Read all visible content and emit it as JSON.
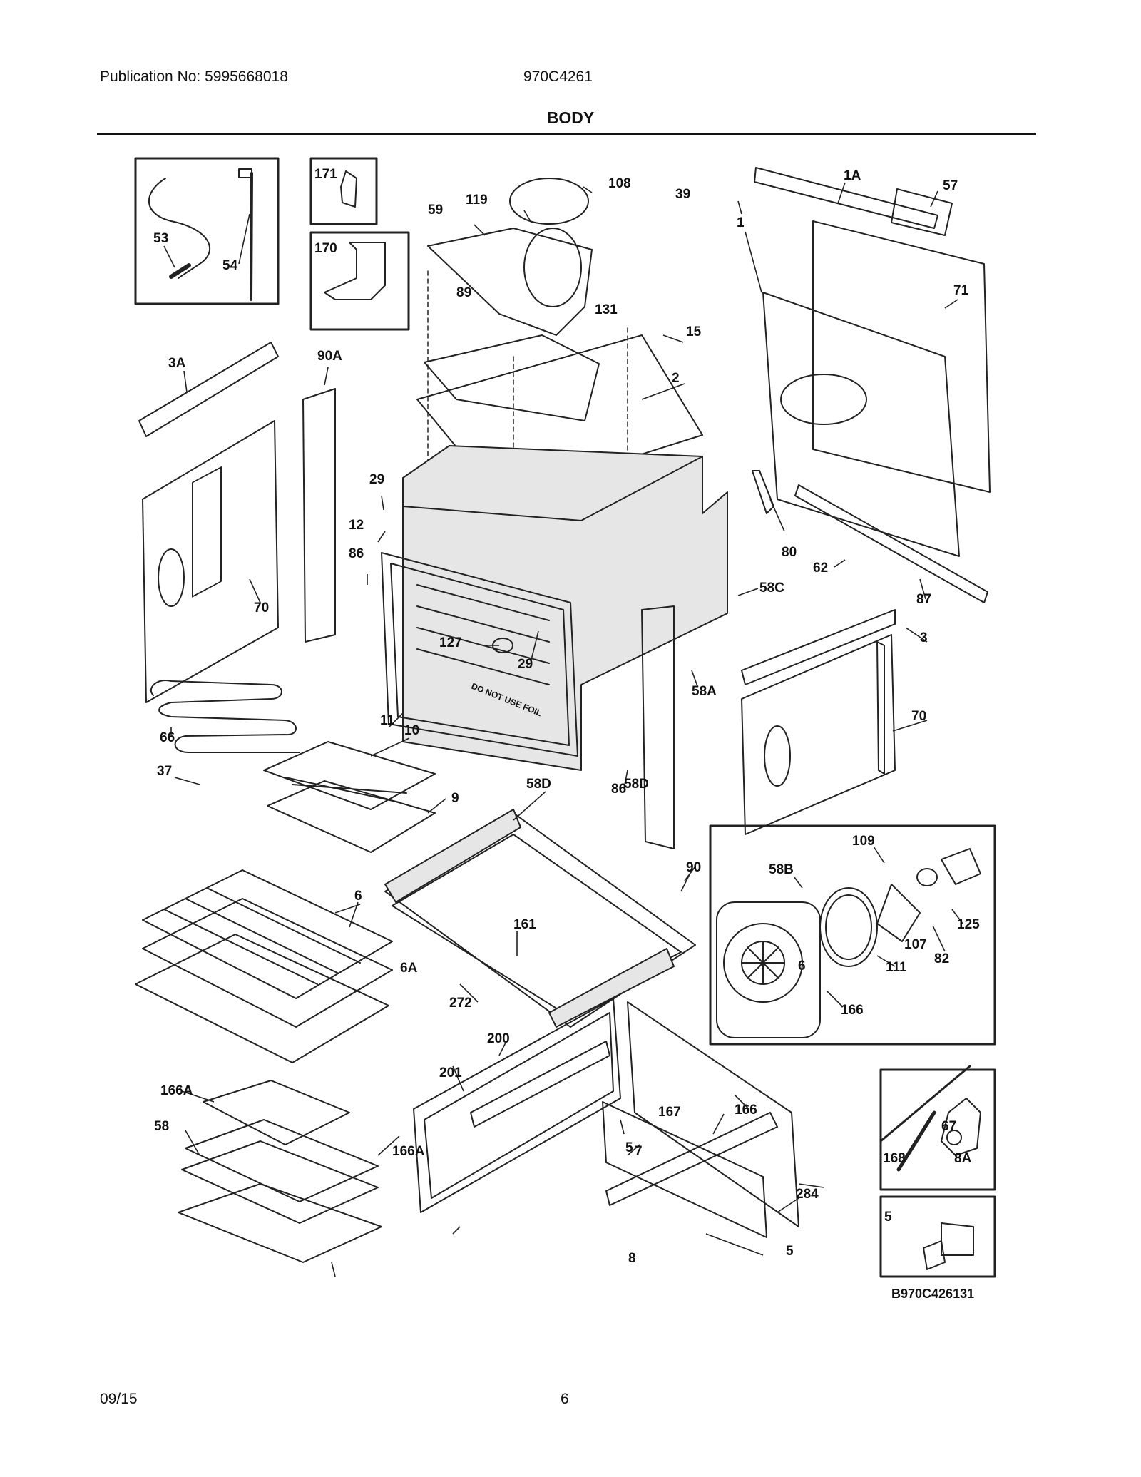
{
  "header": {
    "publication": "Publication No: 5995668018",
    "model": "970C4261",
    "section_title": "BODY"
  },
  "footer": {
    "date": "09/15",
    "page": "6"
  },
  "diagram": {
    "stamp_text": "DO NOT USE FOIL",
    "reference_code": "B970C426131",
    "callouts": [
      "53",
      "54",
      "171",
      "170",
      "108",
      "119",
      "59",
      "39",
      "1A",
      "57",
      "89",
      "131",
      "1",
      "71",
      "15",
      "3A",
      "90A",
      "2",
      "29",
      "12",
      "86",
      "80",
      "62",
      "87",
      "58C",
      "70",
      "127",
      "29",
      "3",
      "11",
      "58A",
      "66",
      "10",
      "70",
      "37",
      "9",
      "58D",
      "86",
      "58D",
      "109",
      "6",
      "58B",
      "161",
      "125",
      "90",
      "6",
      "6A",
      "82",
      "272",
      "111",
      "107",
      "166",
      "200",
      "201",
      "166",
      "167",
      "168",
      "8A",
      "166A",
      "5",
      "58",
      "67",
      "7",
      "166A",
      "284",
      "5",
      "5",
      "8"
    ]
  }
}
